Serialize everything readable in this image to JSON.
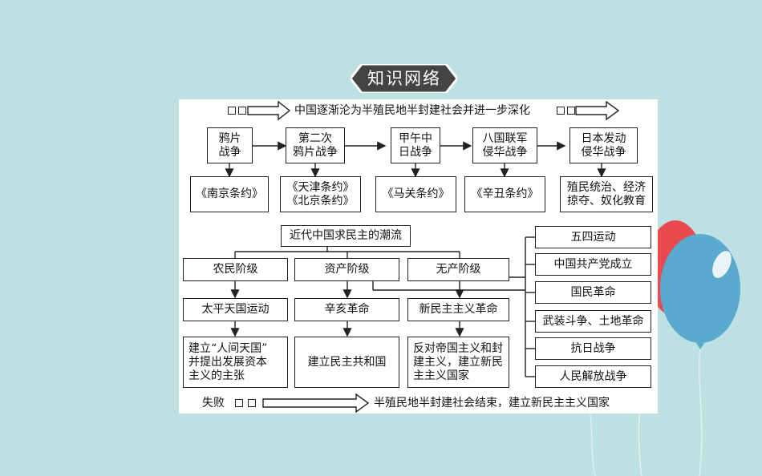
{
  "title": "知识网络",
  "header": {
    "text": "中国逐渐沦为半殖民地半封建社会并进一步深化"
  },
  "wars": [
    {
      "name": "鸦片\n战争",
      "treaty": "《南京条约》"
    },
    {
      "name": "第二次\n鸦片战争",
      "treaty": "《天津条约》\n《北京条约》"
    },
    {
      "name": "甲午中\n日战争",
      "treaty": "《马关条约》"
    },
    {
      "name": "八国联军\n侵华战争",
      "treaty": "《辛丑条约》"
    },
    {
      "name": "日本发动\n侵华战争",
      "treaty": "殖民统治、经济\n掠夺、奴化教育"
    }
  ],
  "trend": "近代中国求民主的潮流",
  "classes": [
    {
      "name": "农民阶级",
      "event": "太平天国运动",
      "result": "建立“人间天国”\n并提出发展资本\n主义的主张"
    },
    {
      "name": "资产阶级",
      "event": "辛亥革命",
      "result": "建立民主共和国"
    },
    {
      "name": "无产阶级",
      "event": "新民主主义革命",
      "result": "反对帝国主义和封\n建主义，建立新民\n主主义国家"
    }
  ],
  "stages": [
    "五四运动",
    "中国共产党成立",
    "国民革命",
    "武装斗争、土地革命",
    "抗日战争",
    "人民解放战争"
  ],
  "footer": {
    "fail_label": "失败",
    "text": "半殖民地半封建社会结束，建立新民主主义国家"
  }
}
